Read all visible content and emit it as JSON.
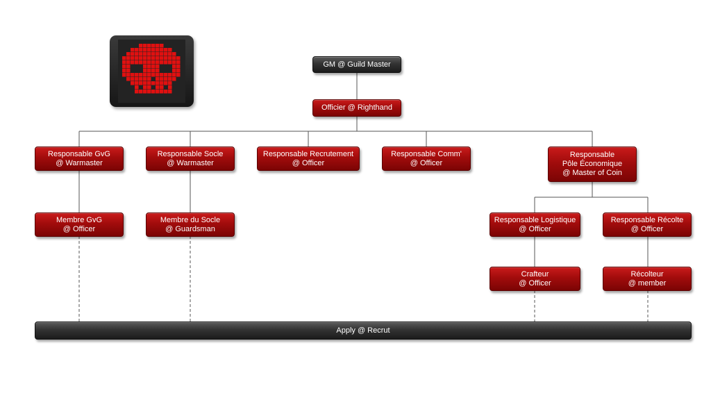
{
  "logo": {
    "icon": "pixel-skull-icon",
    "color": "#e01010",
    "background": "#222222"
  },
  "colors": {
    "role": "#a10c0c",
    "top": "#333333",
    "connector": "#555555"
  },
  "nodes": {
    "gm": [
      "GM @ Guild Master"
    ],
    "officier": [
      "Officier @ Righthand"
    ],
    "resp_gvg": [
      "Responsable GvG",
      "@ Warmaster"
    ],
    "resp_socle": [
      "Responsable Socle",
      "@ Warmaster"
    ],
    "resp_recrutement": [
      "Responsable Recrutement",
      "@ Officer"
    ],
    "resp_comm": [
      "Responsable Comm'",
      "@ Officer"
    ],
    "resp_eco": [
      "Responsable",
      "Pôle Économique",
      "@ Master of Coin"
    ],
    "membre_gvg": [
      "Membre GvG",
      "@ Officer"
    ],
    "membre_socle": [
      "Membre du Socle",
      "@ Guardsman"
    ],
    "resp_logistique": [
      "Responsable Logistique",
      "@ Officer"
    ],
    "resp_recolte": [
      "Responsable Récolte",
      "@ Officer"
    ],
    "crafteur": [
      "Crafteur",
      "@ Officer"
    ],
    "recolteur": [
      "Récolteur",
      "@ member"
    ],
    "apply": [
      "Apply @ Recrut"
    ]
  }
}
